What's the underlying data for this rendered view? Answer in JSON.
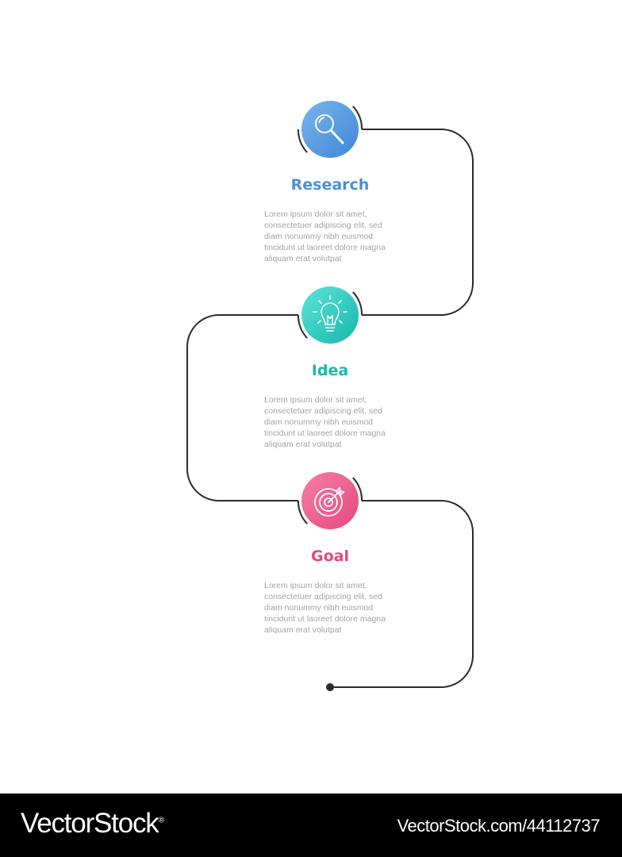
{
  "steps": [
    {
      "title": "Research",
      "body": "Lorem ipsum dolor sit amet,\nconsectetuer adipiscing elit, sed\ndiam nonummy nibh euismod\ntincidunt ut laoreet dolore magna\naliquam erat volutpat",
      "icon": "magnifier-icon",
      "color": "#4a8fd4",
      "gradient": [
        "#7ab6ee",
        "#3f86d6"
      ]
    },
    {
      "title": "Idea",
      "body": "Lorem ipsum dolor sit amet,\nconsectetuer adipiscing elit, sed\ndiam nonummy nibh euismod\ntincidunt ut laoreet dolore magna\naliquam erat volutpat",
      "icon": "lightbulb-icon",
      "color": "#1bb7b1",
      "gradient": [
        "#5fe3d8",
        "#14b8ad"
      ]
    },
    {
      "title": "Goal",
      "body": "Lorem ipsum dolor sit amet,\nconsectetuer adipiscing elit, sed\ndiam nonummy nibh euismod\ntincidunt ut laoreet dolore magna\naliquam erat volutpat",
      "icon": "target-icon",
      "color": "#e5487e",
      "gradient": [
        "#f57fa6",
        "#e5487e"
      ]
    }
  ],
  "line_color": "#2b2b2b",
  "footer": {
    "brand": "VectorStock",
    "registered_mark": "®",
    "credit": "VectorStock.com/44112737"
  }
}
